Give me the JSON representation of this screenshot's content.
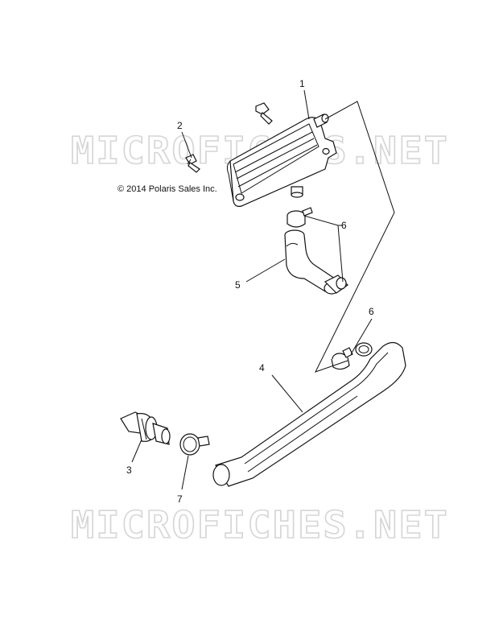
{
  "watermark": {
    "text": "MICROFICHES.NET"
  },
  "copyright": "© 2014 Polaris Sales Inc.",
  "callouts": [
    {
      "id": "1",
      "label": "1"
    },
    {
      "id": "2",
      "label": "2"
    },
    {
      "id": "3",
      "label": "3"
    },
    {
      "id": "4",
      "label": "4"
    },
    {
      "id": "5",
      "label": "5"
    },
    {
      "id": "6a",
      "label": "6"
    },
    {
      "id": "6b",
      "label": "6"
    },
    {
      "id": "7",
      "label": "7"
    }
  ]
}
